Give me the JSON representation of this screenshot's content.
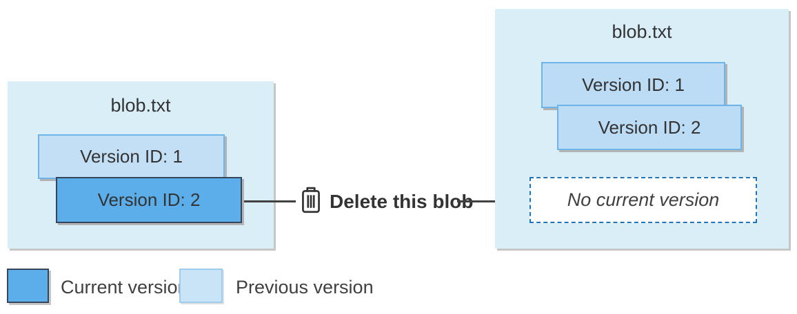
{
  "diagram": {
    "before": {
      "title": "blob.txt",
      "versions": [
        {
          "label": "Version ID: 1",
          "state": "previous"
        },
        {
          "label": "Version ID: 2",
          "state": "current"
        }
      ]
    },
    "action": {
      "icon": "trash-icon",
      "label": "Delete this blob"
    },
    "after": {
      "title": "blob.txt",
      "versions": [
        {
          "label": "Version ID: 1",
          "state": "previous"
        },
        {
          "label": "Version ID: 2",
          "state": "previous"
        }
      ],
      "placeholder": "No current version"
    },
    "legend": [
      {
        "label": "Current version",
        "swatch": "current"
      },
      {
        "label": "Previous version",
        "swatch": "previous"
      }
    ]
  },
  "colors": {
    "panel_bg": "#daeef8",
    "current_fill": "#5caeea",
    "current_border": "#35455c",
    "previous_fill": "#c3dff5",
    "previous_border": "#6cb4ea",
    "previous_fill_right": "#bcdcf5",
    "dashed_border": "#1f75bc",
    "line_color": "#404040",
    "text_color": "#333333"
  }
}
